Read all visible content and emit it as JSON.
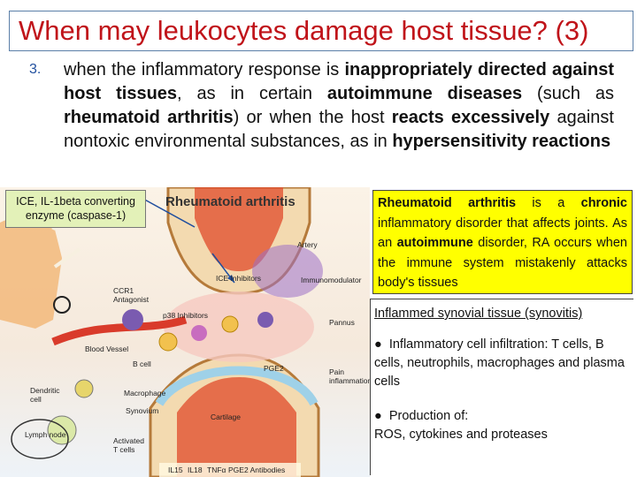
{
  "title": "When may leukocytes damage host tissue? (3)",
  "point": {
    "number": "3.",
    "segments": [
      {
        "text": "when the inflammatory response is ",
        "bold": false
      },
      {
        "text": "inappropriately directed against host tissues",
        "bold": true
      },
      {
        "text": ", as in certain ",
        "bold": false
      },
      {
        "text": "autoimmune diseases",
        "bold": true
      },
      {
        "text": " (such as ",
        "bold": false
      },
      {
        "text": "rheumatoid arthritis",
        "bold": true
      },
      {
        "text": ") or when the host ",
        "bold": false
      },
      {
        "text": "reacts excessively",
        "bold": true
      },
      {
        "text": " against nontoxic environmental substances, as in ",
        "bold": false
      },
      {
        "text": "hypersensitivity reactions",
        "bold": true
      }
    ]
  },
  "callout": "ICE, IL-1beta converting enzyme (caspase-1)",
  "figure": {
    "title": "Rheumatoid arthritis",
    "labels": {
      "artery": "Artery",
      "ice": "ICE Inhibitors",
      "immunomod": "Immunomodulator",
      "ccr1": "CCR1 Antagonist",
      "p38": "p38 Inhibitors",
      "pannus": "Pannus",
      "blood": "Blood Vessel",
      "bcell": "B cell",
      "pge2": "PGE2",
      "pain": "Pain inflammation",
      "dendritic": "Dendritic cell",
      "macro": "Macrophage",
      "synovium": "Synovium",
      "cartilage": "Cartilage",
      "lymph": "Lymph node",
      "tcells": "Activated T cells",
      "il15": "IL15",
      "il18": "IL18",
      "tnf": "TNFα",
      "pge2ab": "PGE2 Antibodies"
    }
  },
  "ra_box": [
    {
      "text": "Rheumatoid arthritis",
      "bold": true
    },
    {
      "text": " is a ",
      "bold": false
    },
    {
      "text": "chronic",
      "bold": true
    },
    {
      "text": " inflammatory disorder that affects joints. As an ",
      "bold": false
    },
    {
      "text": "autoimmune",
      "bold": true
    },
    {
      "text": " disorder, RA occurs when the immune system mistakenly attacks body's tissues",
      "bold": false
    }
  ],
  "synovitis": {
    "heading": "Inflammed synovial tissue (synovitis)",
    "item1": "Inflammatory cell infiltration: T cells, B cells, neutrophils, macrophages and plasma cells",
    "item2_a": "Production of:",
    "item2_b": "ROS, cytokines and  proteases"
  },
  "colors": {
    "title": "#c0141a",
    "number": "#1f4e9e",
    "ra_box": "#ffff00",
    "callout": "#e3f1b8"
  }
}
